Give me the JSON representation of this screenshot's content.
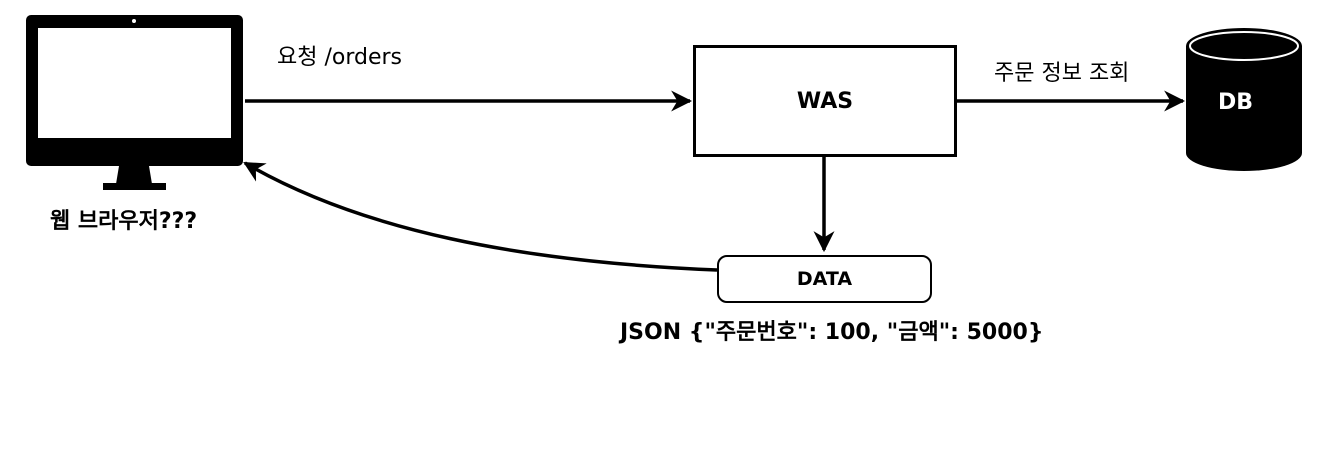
{
  "client": {
    "label": "웹 브라우저???"
  },
  "request": {
    "label": "요청 /orders"
  },
  "was": {
    "label": "WAS"
  },
  "db_query": {
    "label": "주문 정보 조회"
  },
  "db": {
    "label": "DB"
  },
  "data_box": {
    "label": "DATA"
  },
  "response": {
    "label": "JSON {\"주문번호\": 100, \"금액\": 5000}"
  }
}
